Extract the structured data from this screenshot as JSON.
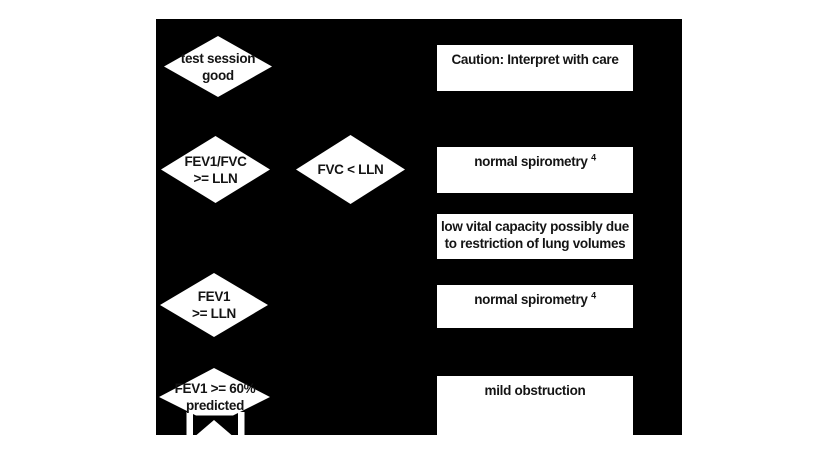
{
  "figure": {
    "background": "#ffffff",
    "panel_color": "#000000",
    "node_fill": "#ffffff",
    "text_color": "#141414"
  },
  "decisions": {
    "test_session": {
      "line1": "test session",
      "line2": "good"
    },
    "fev1_fvc_lln": {
      "line1": "FEV1/FVC",
      "line2": ">= LLN"
    },
    "fvc_lt_lln": {
      "line1": "FVC < LLN"
    },
    "fev1_lln": {
      "line1": "FEV1",
      "line2": ">= LLN"
    },
    "fev1_60_predicted": {
      "line1": "FEV1 >= 60%",
      "line2": "predicted"
    }
  },
  "outcomes": {
    "caution": {
      "text": "Caution: Interpret with care"
    },
    "normal_spirometry_1": {
      "text": "normal spirometry",
      "sup": "4"
    },
    "low_vital_capacity": {
      "line1": "low vital capacity possibly due",
      "line2": "to restriction of lung volumes"
    },
    "normal_spirometry_2": {
      "text": "normal spirometry",
      "sup": "4"
    },
    "mild_obstruction": {
      "text": "mild obstruction"
    }
  }
}
